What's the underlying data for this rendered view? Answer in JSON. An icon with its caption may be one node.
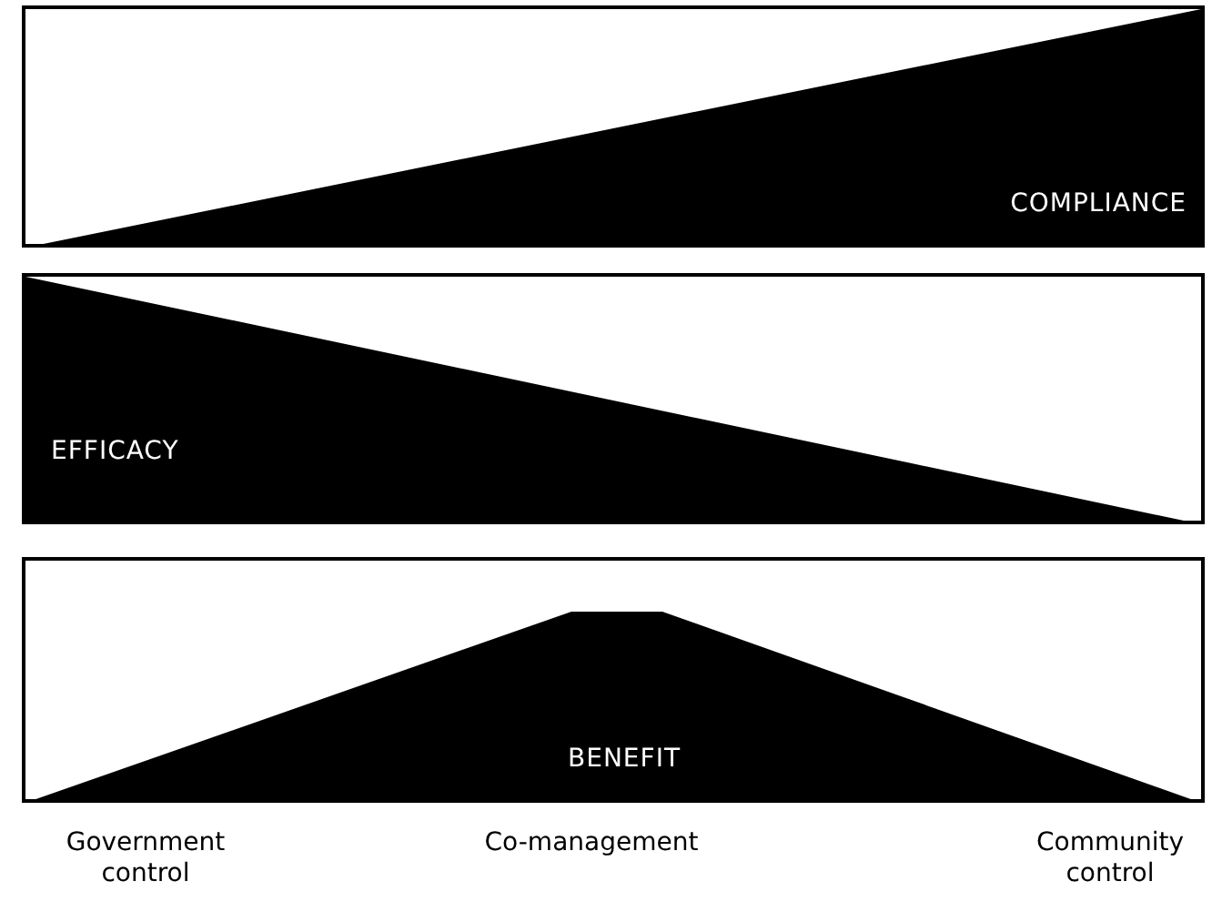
{
  "diagram": {
    "nodes": [
      {
        "text": [
          "COMPLIANCE"
        ]
      },
      {
        "text": [
          "EFFICACY"
        ]
      },
      {
        "text": [
          "BENEFIT"
        ]
      }
    ],
    "labels": [
      "Government control",
      "Co-management",
      "Community control"
    ]
  }
}
